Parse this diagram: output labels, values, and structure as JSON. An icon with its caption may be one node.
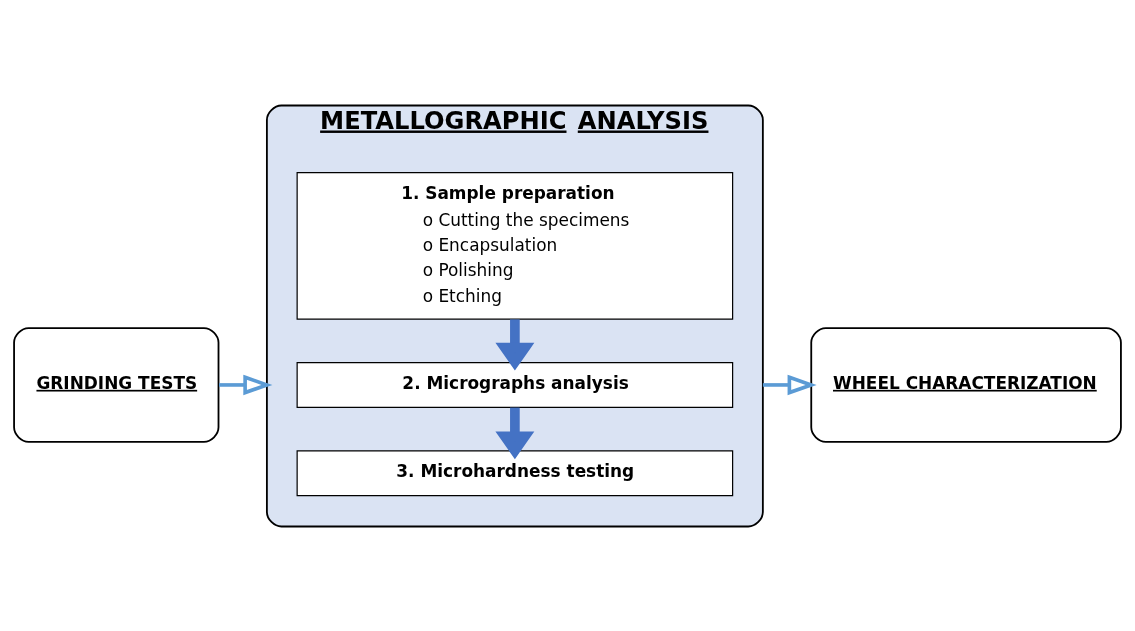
{
  "diagram": {
    "nodes": [
      {
        "text": [
          "GRINDING TESTS"
        ]
      },
      {
        "text": [
          "METALLOGRAPHIC ANALYSIS"
        ]
      },
      {
        "text": [
          "1. Sample preparation",
          "o Cutting the specimens",
          "o Encapsulation",
          "o Polishing",
          "o Etching"
        ],
        "in": 1
      },
      {
        "text": [
          "2. Micrographs analysis"
        ],
        "in": 1
      },
      {
        "text": [
          "3. Microhardness testing"
        ],
        "in": 1
      },
      {
        "text": [
          "WHEEL CHARACTERIZATION"
        ]
      }
    ],
    "edges": [
      {
        "from": 0,
        "to": 1,
        "arrow": "to",
        "color": "#5b9bd5"
      },
      {
        "from": 2,
        "to": 3,
        "arrow": "to",
        "style": "thick",
        "color": "#4472c4"
      },
      {
        "from": 3,
        "to": 4,
        "arrow": "to",
        "style": "thick",
        "color": "#4472c4"
      },
      {
        "from": 1,
        "to": 5,
        "arrow": "to",
        "color": "#5b9bd5"
      }
    ]
  }
}
